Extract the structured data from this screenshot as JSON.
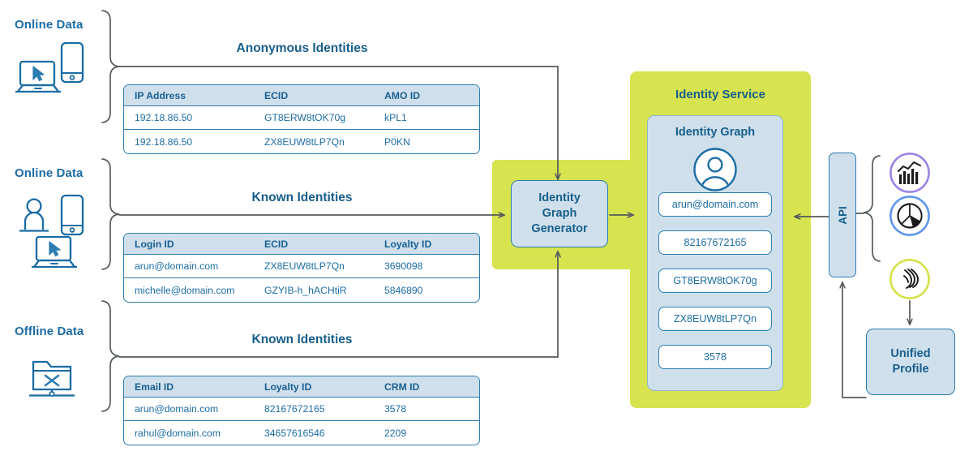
{
  "diagram": {
    "title": "Identity Service data flow",
    "colors": {
      "brand_blue": "#1b6ca4",
      "dark_blue": "#175e8c",
      "header_fill": "#cfe0ec",
      "green": "#d7e34f",
      "line_gray": "#555a5c",
      "white": "#ffffff"
    }
  },
  "sources": [
    {
      "label": "Online Data",
      "icons": [
        "laptop-cursor-icon",
        "mobile-phone-icon"
      ],
      "section_title": "Anonymous Identities",
      "table": {
        "columns": [
          "IP Address",
          "ECID",
          "AMO ID"
        ],
        "rows": [
          [
            "192.18.86.50",
            "GT8ERW8tOK70g",
            "kPL1"
          ],
          [
            "192.18.86.50",
            "ZX8EUW8tLP7Qn",
            "P0KN"
          ]
        ]
      }
    },
    {
      "label": "Online Data",
      "icons": [
        "person-icon",
        "mobile-phone-icon",
        "laptop-cursor-icon"
      ],
      "section_title": "Known Identities",
      "table": {
        "columns": [
          "Login ID",
          "ECID",
          "Loyalty ID"
        ],
        "rows": [
          [
            "arun@domain.com",
            "ZX8EUW8tLP7Qn",
            "3690098"
          ],
          [
            "michelle@domain.com",
            "GZYIB-h_hACHtiR",
            "5846890"
          ]
        ]
      }
    },
    {
      "label": "Offline Data",
      "icons": [
        "folder-x-icon"
      ],
      "section_title": "Known Identities",
      "table": {
        "columns": [
          "Email ID",
          "Loyalty ID",
          "CRM ID"
        ],
        "rows": [
          [
            "arun@domain.com",
            "82167672165",
            "3578"
          ],
          [
            "rahul@domain.com",
            "34657616546",
            "2209"
          ]
        ]
      }
    }
  ],
  "generator": {
    "line1": "Identity",
    "line2": "Graph",
    "line3": "Generator"
  },
  "identity_service": {
    "title": "Identity Service",
    "graph": {
      "title": "Identity Graph",
      "avatar_icon": "person-avatar-icon",
      "nodes": [
        "arun@domain.com",
        "82167672165",
        "GT8ERW8tOK70g",
        "ZX8EUW8tLP7Qn",
        "3578"
      ]
    }
  },
  "api": {
    "label": "API"
  },
  "apps": [
    {
      "name": "analytics-bar-chart-icon",
      "ring_color": "#9b84e3"
    },
    {
      "name": "pie-chart-icon",
      "ring_color": "#5d96ef"
    },
    {
      "name": "journey-optimizer-icon",
      "ring_color": "#d7e34f"
    }
  ],
  "unified_profile": {
    "line1": "Unified",
    "line2": "Profile"
  }
}
